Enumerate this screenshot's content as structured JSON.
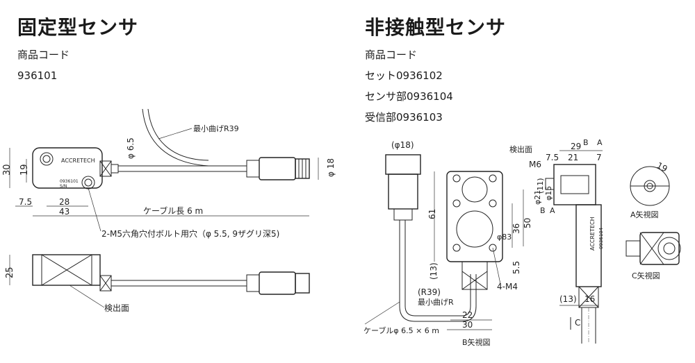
{
  "left": {
    "title": "固定型センサ",
    "code_label": "商品コード",
    "code_value": "936101"
  },
  "right": {
    "title": "非接触型センサ",
    "code_label": "商品コード",
    "items": [
      "セット0936102",
      "センサ部0936104",
      "受信部0936103"
    ]
  },
  "drawing_fixed": {
    "min_bend": "最小曲げR39",
    "dim_30": "30",
    "dim_19": "19",
    "dim_65": "φ 6.5",
    "dim_18": "φ 18",
    "dim_75": "7.5",
    "dim_28": "28",
    "dim_43": "43",
    "cable_length": "ケーブル長 6 m",
    "bolt_hole": "2-M5六角穴付ボルト用穴（φ 5.5, 9ザグリ深5)",
    "dim_25": "25",
    "detect_face": "検出面",
    "brand": "ACCRETECH",
    "model": "0936101",
    "serial": "S/N"
  },
  "drawing_noncontact": {
    "dim_phi18": "(φ18)",
    "detect_face": "検出面",
    "m6": "M6",
    "d75": "7.5",
    "d29": "29",
    "d21": "21",
    "d7": "7",
    "b_mark": "B",
    "a_mark": "A",
    "c_mark": "C",
    "d11": "(11)",
    "d15": "φ15",
    "d21b": "φ21",
    "d61": "61",
    "d36": "36",
    "d50": "50",
    "d83": "φ83",
    "d55": "5.5",
    "d13": "(13)",
    "m4": "4-M4",
    "r39": "(R39)",
    "min_bend_r": "最小曲げR",
    "d22": "22",
    "d30": "30",
    "cable": "ケーブルφ 6.5 × 6 m",
    "view_b": "B矢視図",
    "view_a": "A矢視図",
    "view_c": "C矢視図",
    "d13b": "(13)",
    "d16": "16",
    "d19": "19",
    "brand": "ACCRETECH",
    "model": "0936104"
  }
}
